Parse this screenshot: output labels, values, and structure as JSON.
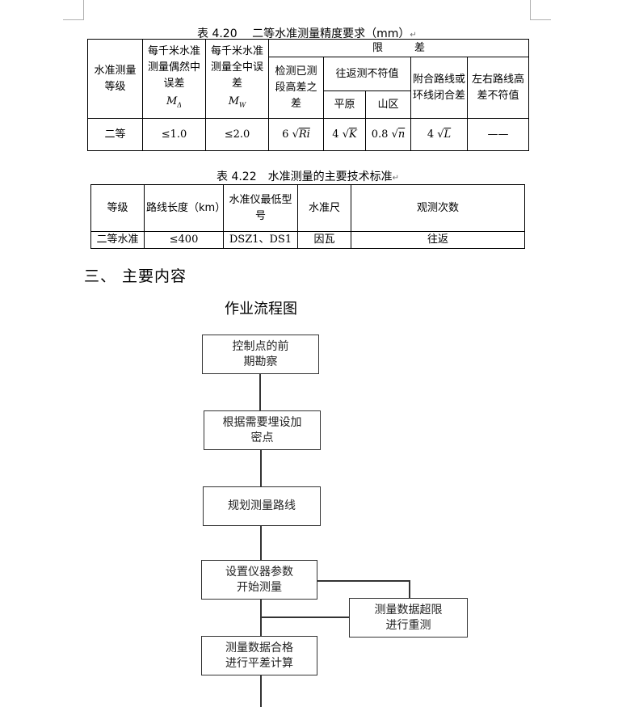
{
  "table1": {
    "caption": "表 4.20　 二等水准测量精度要求（mm）",
    "headers": {
      "level": "水准测量等级",
      "random_error": "每千米水准测量偶然中误差",
      "random_symbol": "M",
      "random_sub": "Δ",
      "total_error": "每千米水准测量全中误差",
      "total_symbol": "M",
      "total_sub": "W",
      "limit": "限　　　差",
      "check_section": "检测已测段高差之差",
      "round_trip": "往返测不符值",
      "flat": "平原",
      "mountain": "山区",
      "closing": "附合路线或环线闭合差",
      "left_right": "左右路线高差不符值"
    },
    "row": {
      "level": "二等",
      "random_error": "≤1.0",
      "total_error": "≤2.0",
      "check_coef": "6",
      "check_var": "Ri",
      "flat_coef": "4",
      "flat_var": "K",
      "mountain_coef": "0.8",
      "mountain_var": "n",
      "closing_coef": "4",
      "closing_var": "L",
      "left_right": "——"
    }
  },
  "table2": {
    "caption": "表 4.22　水准测量的主要技术标准",
    "headers": {
      "grade": "等级",
      "route_length": "路线长度（km）",
      "instrument": "水准仪最低型号",
      "rod": "水准尺",
      "obs_count": "观测次数"
    },
    "row": {
      "grade": "二等水准",
      "route_length": "≤400",
      "instrument": "DSZ1、DS1",
      "rod": "因瓦",
      "obs_count": "往返"
    }
  },
  "section_heading": "三、 主要内容",
  "flowchart": {
    "title": "作业流程图",
    "steps": [
      "控制点的前期勘察",
      "根据需要埋设加密点",
      "规划测量路线",
      "设置仪器参数开始测量",
      "测量数据超限进行重测",
      "测量数据合格进行平差计算"
    ]
  },
  "paragraph_mark": "↵"
}
